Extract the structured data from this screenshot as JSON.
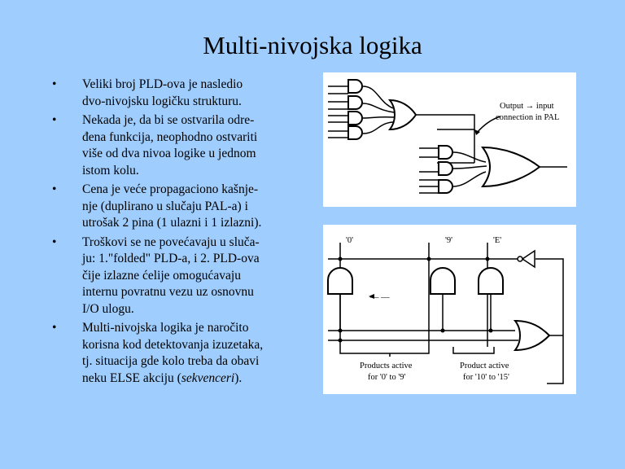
{
  "slide": {
    "title": "Multi-nivojska logika",
    "bullet_symbol": "•",
    "bullets": [
      {
        "lines": [
          "Veliki broj PLD-ova je nasledio",
          "dvo-nivojsku logičku strukturu."
        ]
      },
      {
        "lines": [
          "Nekada je, da bi se ostvarila odre-",
          "đena funkcija, neophodno ostvariti",
          "više od dva nivoa logike u jednom",
          "istom kolu."
        ]
      },
      {
        "lines": [
          "Cena je veće propagaciono kašnje-",
          "nje (duplirano u slučaju PAL-a) i",
          "utrošak 2 pina (1 ulazni i 1 izlazni)."
        ]
      },
      {
        "lines": [
          "Troškovi se ne povećavaju u sluča-",
          "ju: 1.\"folded\" PLD-a, i 2. PLD-ova",
          "čije izlazne ćelije omogućavaju",
          "internu povratnu vezu uz osnovnu",
          "I/O ulogu."
        ]
      },
      {
        "lines": [
          "Multi-nivojska logika je naročito",
          "korisna kod detektovanja izuzetaka,",
          "tj. situacija gde kolo treba da obavi"
        ],
        "last_line_prefix": "neku ELSE akciju (",
        "last_line_italic": "sekvenceri",
        "last_line_suffix": ")."
      }
    ]
  },
  "figure_top": {
    "label_line1": "Output → input",
    "label_line2": "connection in PAL"
  },
  "figure_bottom": {
    "label_0": "'0'",
    "label_9": "'9'",
    "label_E": "'E'",
    "dashes": "— —",
    "note_left_line1": "Products active",
    "note_left_line2": "for '0' to '9'",
    "note_right_line1": "Product active",
    "note_right_line2": "for '10' to '15'"
  }
}
